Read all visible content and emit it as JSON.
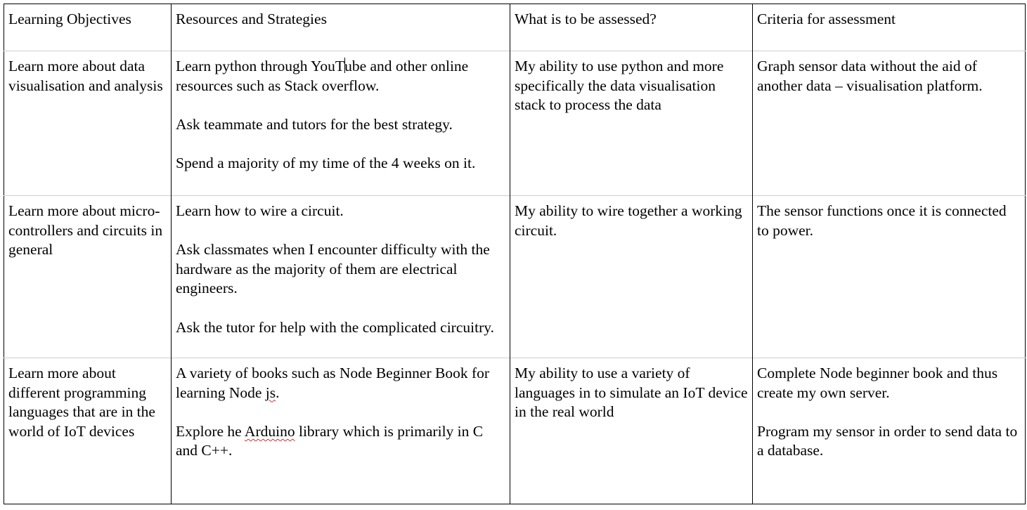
{
  "table": {
    "headers": [
      "Learning Objectives",
      "Resources and Strategies",
      "What is to be assessed?",
      "Criteria for assessment"
    ],
    "rows": [
      {
        "objective": "Learn more about data visualisation and analysis",
        "resources": {
          "p1_before_cursor": "Learn python through YouT",
          "p1_after_cursor": "ube and other online resources such as Stack overflow.",
          "p2": "Ask teammate and tutors for the best strategy.",
          "p3": "Spend a majority of my time of the 4 weeks on it."
        },
        "assessed": "My ability to use python and more specifically the data visualisation stack to process the data",
        "criteria": "Graph sensor data without the aid of another data – visualisation platform."
      },
      {
        "objective": "Learn more about micro-controllers and circuits in general",
        "resources": {
          "p1": "Learn how to wire a circuit.",
          "p2": "Ask classmates when I encounter difficulty with the hardware as the majority of them are electrical engineers.",
          "p3": "Ask the tutor for help with the complicated circuitry."
        },
        "assessed": "My ability to wire together a working circuit.",
        "criteria": "The sensor functions once it is connected to power."
      },
      {
        "objective": "Learn more about different programming languages that are in the world of IoT devices",
        "resources": {
          "p1_before": "A variety of books such as Node Beginner Book for learning Node ",
          "p1_flagged": "js",
          "p1_after": ".",
          "p2_before": "Explore he ",
          "p2_flagged": "Arduino",
          "p2_after": " library which is primarily in C and C++."
        },
        "assessed": "My ability to use a variety of languages in to simulate an IoT device in the real world",
        "criteria": {
          "p1": "Complete Node beginner book and thus create my own server.",
          "p2": "Program my sensor in order to send data to a database."
        }
      }
    ]
  }
}
